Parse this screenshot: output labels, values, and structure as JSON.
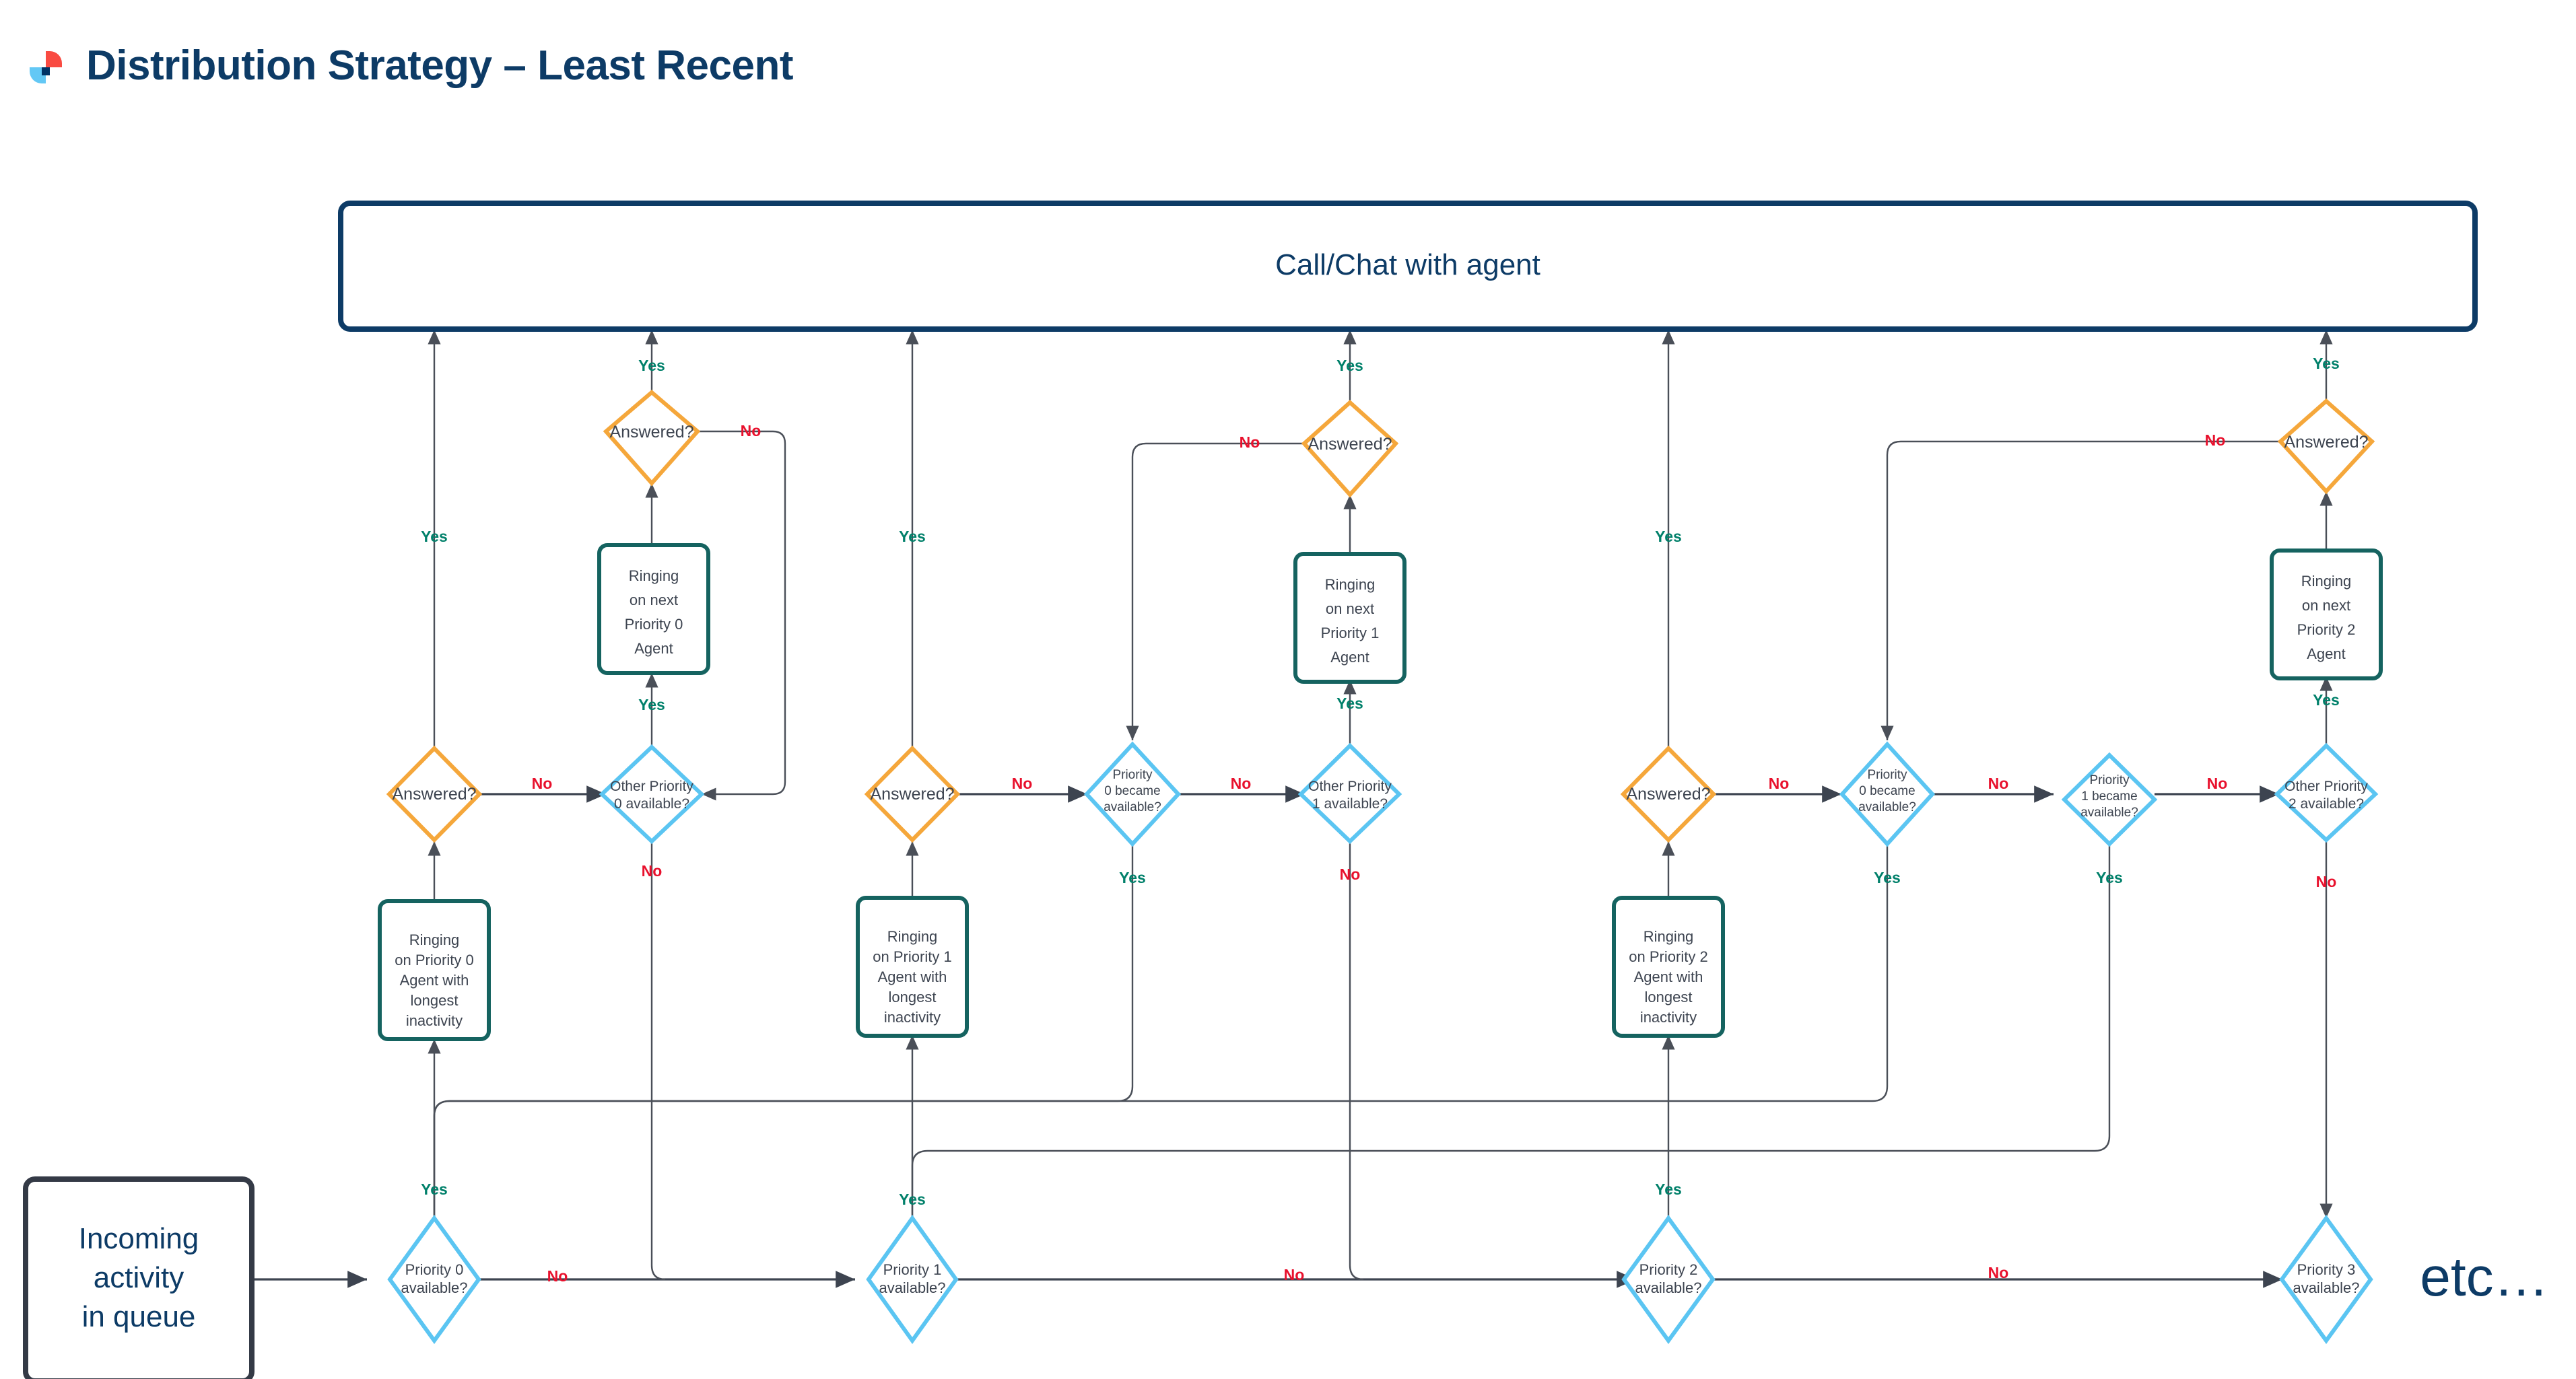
{
  "header": {
    "title": "Distribution Strategy – Least Recent",
    "logo_name": "brand-logo",
    "logo_colors": {
      "red": "#f94b42",
      "blue": "#63c8f5",
      "navy": "#003366"
    }
  },
  "palette": {
    "navy": "#0d3b66",
    "teal": "#156360",
    "orange": "#f5a73b",
    "light_blue": "#5bc5f2",
    "dark_slate": "#343a46",
    "yes_green": "#00806a",
    "no_red": "#e8112d",
    "edge": "#3d4450"
  },
  "nodes": {
    "top_box": {
      "label": "Call/Chat with agent",
      "shape": "rounded-rect",
      "color": "#0d3b66"
    },
    "start_box": {
      "label": "Incoming\nactivity\nin queue",
      "lines": [
        "Incoming",
        "activity",
        "in queue"
      ],
      "shape": "rounded-rect",
      "color": "#343a46"
    },
    "etc": {
      "label": "etc…"
    },
    "answered_p0_low": {
      "label": "Answered?",
      "shape": "diamond",
      "color": "#f5a73b"
    },
    "answered_p0_high": {
      "label": "Answered?",
      "shape": "diamond",
      "color": "#f5a73b"
    },
    "answered_p1_low": {
      "label": "Answered?",
      "shape": "diamond",
      "color": "#f5a73b"
    },
    "answered_p1_high": {
      "label": "Answered?",
      "shape": "diamond",
      "color": "#f5a73b"
    },
    "answered_p2_low": {
      "label": "Answered?",
      "shape": "diamond",
      "color": "#f5a73b"
    },
    "answered_p2_high": {
      "label": "Answered?",
      "shape": "diamond",
      "color": "#f5a73b"
    },
    "ring_next_p0": {
      "lines": [
        "Ringing",
        "on next",
        "Priority 0",
        "Agent"
      ],
      "shape": "rounded-rect",
      "color": "#156360"
    },
    "ring_next_p1": {
      "lines": [
        "Ringing",
        "on next",
        "Priority 1",
        "Agent"
      ],
      "shape": "rounded-rect",
      "color": "#156360"
    },
    "ring_next_p2": {
      "lines": [
        "Ringing",
        "on next",
        "Priority 2",
        "Agent"
      ],
      "shape": "rounded-rect",
      "color": "#156360"
    },
    "ring_p0_longest": {
      "lines": [
        "Ringing",
        "on Priority 0",
        "Agent with",
        "longest",
        "inactivity"
      ],
      "shape": "rounded-rect",
      "color": "#156360"
    },
    "ring_p1_longest": {
      "lines": [
        "Ringing",
        "on Priority 1",
        "Agent with",
        "longest",
        "inactivity"
      ],
      "shape": "rounded-rect",
      "color": "#156360"
    },
    "ring_p2_longest": {
      "lines": [
        "Ringing",
        "on Priority 2",
        "Agent with",
        "longest",
        "inactivity"
      ],
      "shape": "rounded-rect",
      "color": "#156360"
    },
    "other_p0_avail": {
      "lines": [
        "Other Priority",
        "0 available?"
      ],
      "shape": "diamond",
      "color": "#5bc5f2"
    },
    "other_p1_avail": {
      "lines": [
        "Other Priority",
        "1 available?"
      ],
      "shape": "diamond",
      "color": "#5bc5f2"
    },
    "other_p2_avail": {
      "lines": [
        "Other Priority",
        "2 available?"
      ],
      "shape": "diamond",
      "color": "#5bc5f2"
    },
    "p0_became_avail_c1": {
      "lines": [
        "Priority",
        "0 became",
        "available?"
      ],
      "shape": "diamond",
      "color": "#5bc5f2"
    },
    "p0_became_avail_c2": {
      "lines": [
        "Priority",
        "0 became",
        "available?"
      ],
      "shape": "diamond",
      "color": "#5bc5f2"
    },
    "p1_became_avail_c2": {
      "lines": [
        "Priority",
        "1 became",
        "available?"
      ],
      "shape": "diamond",
      "color": "#5bc5f2"
    },
    "p0_avail": {
      "lines": [
        "Priority 0",
        "available?"
      ],
      "shape": "diamond",
      "color": "#5bc5f2"
    },
    "p1_avail": {
      "lines": [
        "Priority 1",
        "available?"
      ],
      "shape": "diamond",
      "color": "#5bc5f2"
    },
    "p2_avail": {
      "lines": [
        "Priority 2",
        "available?"
      ],
      "shape": "diamond",
      "color": "#5bc5f2"
    },
    "p3_avail": {
      "lines": [
        "Priority 3",
        "available?"
      ],
      "shape": "diamond",
      "color": "#5bc5f2"
    }
  },
  "edge_labels": {
    "yes": "Yes",
    "no": "No"
  },
  "edges": [
    {
      "from": "p0_avail",
      "to": "ring_p0_longest",
      "label": "Yes"
    },
    {
      "from": "p0_avail",
      "to": "p1_avail",
      "label": "No"
    },
    {
      "from": "ring_p0_longest",
      "to": "answered_p0_low",
      "label": ""
    },
    {
      "from": "answered_p0_low",
      "to": "top_box",
      "label": "Yes"
    },
    {
      "from": "answered_p0_low",
      "to": "other_p0_avail",
      "label": "No"
    },
    {
      "from": "other_p0_avail",
      "to": "ring_next_p0",
      "label": "Yes"
    },
    {
      "from": "other_p0_avail",
      "to": "p1_avail",
      "label": "No"
    },
    {
      "from": "ring_next_p0",
      "to": "answered_p0_high",
      "label": ""
    },
    {
      "from": "answered_p0_high",
      "to": "top_box",
      "label": "Yes"
    },
    {
      "from": "answered_p0_high",
      "to": "other_p0_avail",
      "label": "No"
    },
    {
      "from": "p1_avail",
      "to": "ring_p1_longest",
      "label": "Yes"
    },
    {
      "from": "p1_avail",
      "to": "p2_avail",
      "label": "No"
    },
    {
      "from": "ring_p1_longest",
      "to": "answered_p1_low",
      "label": ""
    },
    {
      "from": "answered_p1_low",
      "to": "top_box",
      "label": "Yes"
    },
    {
      "from": "answered_p1_low",
      "to": "p0_became_avail_c1",
      "label": "No"
    },
    {
      "from": "p0_became_avail_c1",
      "to": "p0_avail",
      "label": "Yes"
    },
    {
      "from": "p0_became_avail_c1",
      "to": "other_p1_avail",
      "label": "No"
    },
    {
      "from": "other_p1_avail",
      "to": "ring_next_p1",
      "label": "Yes"
    },
    {
      "from": "other_p1_avail",
      "to": "p2_avail",
      "label": "No"
    },
    {
      "from": "ring_next_p1",
      "to": "answered_p1_high",
      "label": ""
    },
    {
      "from": "answered_p1_high",
      "to": "top_box",
      "label": "Yes"
    },
    {
      "from": "answered_p1_high",
      "to": "p0_became_avail_c1",
      "label": "No"
    },
    {
      "from": "p2_avail",
      "to": "ring_p2_longest",
      "label": "Yes"
    },
    {
      "from": "p2_avail",
      "to": "p3_avail",
      "label": "No"
    },
    {
      "from": "ring_p2_longest",
      "to": "answered_p2_low",
      "label": ""
    },
    {
      "from": "answered_p2_low",
      "to": "top_box",
      "label": "Yes"
    },
    {
      "from": "answered_p2_low",
      "to": "p0_became_avail_c2",
      "label": "No"
    },
    {
      "from": "p0_became_avail_c2",
      "to": "p0_avail",
      "label": "Yes"
    },
    {
      "from": "p0_became_avail_c2",
      "to": "p1_became_avail_c2",
      "label": "No"
    },
    {
      "from": "p1_became_avail_c2",
      "to": "p1_avail",
      "label": "Yes"
    },
    {
      "from": "p1_became_avail_c2",
      "to": "other_p2_avail",
      "label": "No"
    },
    {
      "from": "other_p2_avail",
      "to": "ring_next_p2",
      "label": "Yes"
    },
    {
      "from": "other_p2_avail",
      "to": "p3_avail",
      "label": "No"
    },
    {
      "from": "ring_next_p2",
      "to": "answered_p2_high",
      "label": ""
    },
    {
      "from": "answered_p2_high",
      "to": "top_box",
      "label": "Yes"
    },
    {
      "from": "answered_p2_high",
      "to": "p0_became_avail_c2",
      "label": "No"
    },
    {
      "from": "start_box",
      "to": "p0_avail",
      "label": ""
    }
  ]
}
